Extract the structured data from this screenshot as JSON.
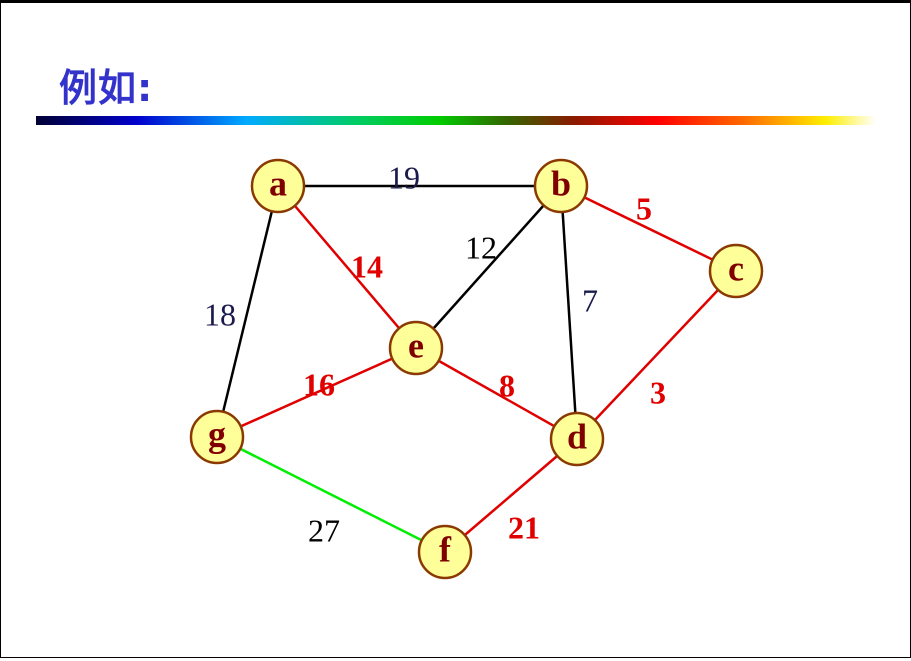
{
  "title": "例如:",
  "colors": {
    "tree_edge": "#e00000",
    "normal_edge": "#000000",
    "highlight_edge": "#00ee00",
    "node_fill": "#ffff99",
    "node_stroke": "#8a3a00",
    "node_text": "#800000"
  },
  "nodes": {
    "a": {
      "label": "a"
    },
    "b": {
      "label": "b"
    },
    "c": {
      "label": "c"
    },
    "d": {
      "label": "d"
    },
    "e": {
      "label": "e"
    },
    "f": {
      "label": "f"
    },
    "g": {
      "label": "g"
    }
  },
  "edges": [
    {
      "from": "a",
      "to": "b",
      "weight": "19",
      "style": "normal"
    },
    {
      "from": "a",
      "to": "e",
      "weight": "14",
      "style": "tree"
    },
    {
      "from": "a",
      "to": "g",
      "weight": "18",
      "style": "normal"
    },
    {
      "from": "b",
      "to": "e",
      "weight": "12",
      "style": "normal"
    },
    {
      "from": "b",
      "to": "d",
      "weight": "7",
      "style": "normal"
    },
    {
      "from": "b",
      "to": "c",
      "weight": "5",
      "style": "tree"
    },
    {
      "from": "c",
      "to": "d",
      "weight": "3",
      "style": "tree"
    },
    {
      "from": "e",
      "to": "d",
      "weight": "8",
      "style": "tree"
    },
    {
      "from": "e",
      "to": "g",
      "weight": "16",
      "style": "tree"
    },
    {
      "from": "g",
      "to": "f",
      "weight": "27",
      "style": "highlight"
    },
    {
      "from": "f",
      "to": "d",
      "weight": "21",
      "style": "tree"
    }
  ]
}
